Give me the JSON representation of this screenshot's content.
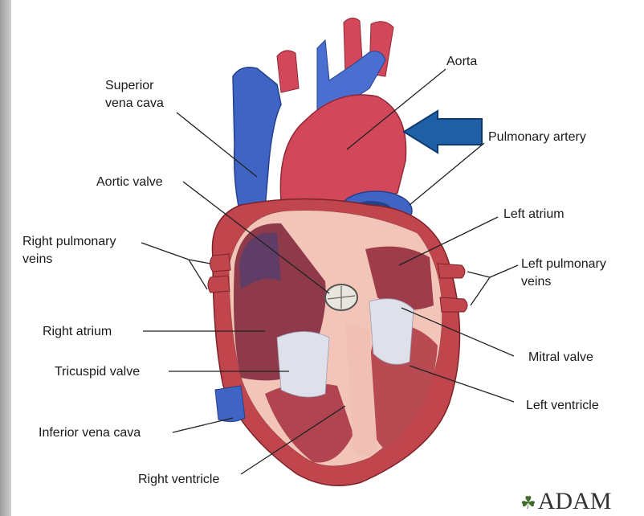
{
  "labels": {
    "aorta": "Aorta",
    "superior_vena_cava_1": "Superior",
    "superior_vena_cava_2": "vena cava",
    "pulmonary_artery": "Pulmonary artery",
    "aortic_valve": "Aortic valve",
    "left_atrium": "Left atrium",
    "right_pulmonary_veins_1": "Right pulmonary",
    "right_pulmonary_veins_2": "veins",
    "left_pulmonary_veins_1": "Left pulmonary",
    "left_pulmonary_veins_2": "veins",
    "right_atrium": "Right atrium",
    "mitral_valve": "Mitral valve",
    "tricuspid_valve": "Tricuspid valve",
    "left_ventricle": "Left ventricle",
    "inferior_vena_cava": "Inferior vena cava",
    "right_ventricle": "Right ventricle"
  },
  "logo": {
    "text": "ADAM",
    "mark": "leaf-icon"
  },
  "colors": {
    "vein_blue": "#3f64c4",
    "artery_red": "#d2485a",
    "muscle": "#a23a3a",
    "tissue_pink": "#f3c4b8",
    "arrow_blue": "#1f5fa6"
  }
}
